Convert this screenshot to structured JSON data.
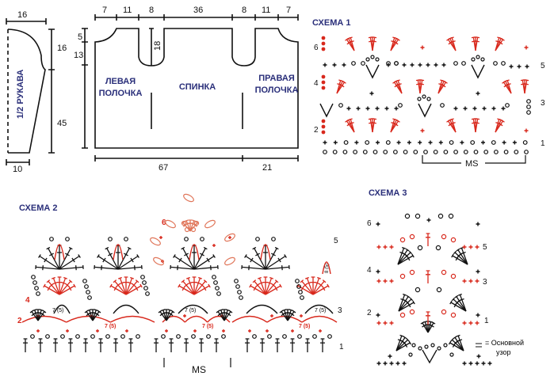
{
  "colors": {
    "ink": "#111111",
    "accent": "#d8281c",
    "label": "#2a2f7a",
    "light_red": "#e0765a"
  },
  "pattern": {
    "sleeve": {
      "title": "1/2 РУКАВА",
      "top_width": "16",
      "cap_height": "16",
      "length": "45",
      "cuff_width": "10"
    },
    "body": {
      "top_segments": [
        "7",
        "11",
        "8",
        "36",
        "8",
        "11",
        "7"
      ],
      "left_heights": [
        "5",
        "13"
      ],
      "armhole_depth": "18",
      "bottom_segments": [
        "67",
        "21"
      ],
      "left_front": [
        "ЛЕВАЯ",
        "ПОЛОЧКА"
      ],
      "back": "СПИНКА",
      "right_front": [
        "ПРАВАЯ",
        "ПОЛОЧКА"
      ]
    }
  },
  "scheme1": {
    "title": "СХЕМА 1",
    "rows": [
      "1",
      "2",
      "3",
      "4",
      "5",
      "6"
    ],
    "repeat": "MS"
  },
  "scheme2": {
    "title": "СХЕМА 2",
    "rows": [
      "1",
      "2",
      "3",
      "4",
      "5",
      "6"
    ],
    "chain_label": "7 (5)",
    "chain_label_red": "7 (5)",
    "loop_label": "8 (5)",
    "repeat": "MS"
  },
  "scheme3": {
    "title": "СХЕМА 3",
    "rows": [
      "1",
      "2",
      "3",
      "4",
      "5",
      "6"
    ],
    "legend": [
      "= Основной",
      "узор"
    ]
  }
}
